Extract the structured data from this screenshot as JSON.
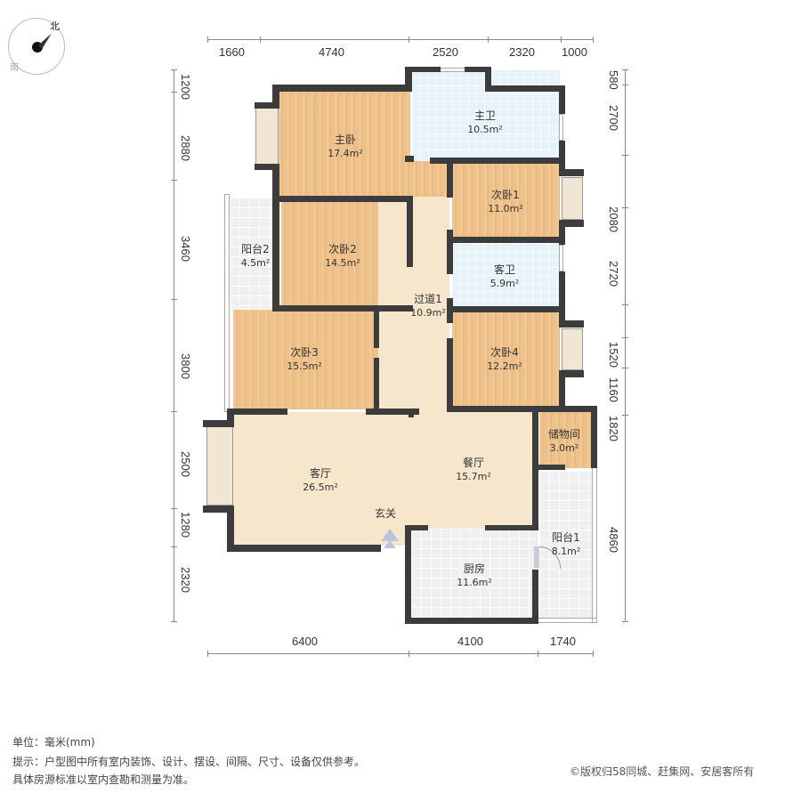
{
  "compass": {
    "north": "北",
    "south": "南"
  },
  "dimensions": {
    "top": [
      "1660",
      "4740",
      "2520",
      "2320",
      "1000"
    ],
    "bottom": [
      "6400",
      "4100",
      "1740"
    ],
    "left": [
      "1200",
      "2880",
      "3460",
      "3800",
      "2500",
      "1280",
      "2320"
    ],
    "right": [
      "580",
      "2700",
      "2080",
      "2720",
      "1520",
      "1160",
      "1820",
      "4860"
    ]
  },
  "rooms": [
    {
      "name": "主卧",
      "area": "17.4m²"
    },
    {
      "name": "主卫",
      "area": "10.5m²"
    },
    {
      "name": "次卧1",
      "area": "11.0m²"
    },
    {
      "name": "阳台2",
      "area": "4.5m²"
    },
    {
      "name": "次卧2",
      "area": "14.5m²"
    },
    {
      "name": "客卫",
      "area": "5.9m²"
    },
    {
      "name": "过道1",
      "area": "10.9m²"
    },
    {
      "name": "次卧3",
      "area": "15.5m²"
    },
    {
      "name": "次卧4",
      "area": "12.2m²"
    },
    {
      "name": "储物间",
      "area": "3.0m²"
    },
    {
      "name": "客厅",
      "area": "26.5m²"
    },
    {
      "name": "餐厅",
      "area": "15.7m²"
    },
    {
      "name": "玄关",
      "area": ""
    },
    {
      "name": "阳台1",
      "area": "8.1m²"
    },
    {
      "name": "厨房",
      "area": "11.6m²"
    }
  ],
  "notes": {
    "unit": "单位：毫米(mm)",
    "tip": "提示：户型图中所有室内装饰、设计、摆设、间隔、尺寸、设备仅供参考。",
    "tip2": "具体房源标准以室内查勘和测量为准。",
    "copyright": "©版权归58同城、赶集网、安居客所有"
  },
  "colors": {
    "wall": "#3c3c3c",
    "wood": "#efc188",
    "marble": "#f5e6cc",
    "bath_tile": "#e6f2fa",
    "grey_tile": "#efefef"
  }
}
